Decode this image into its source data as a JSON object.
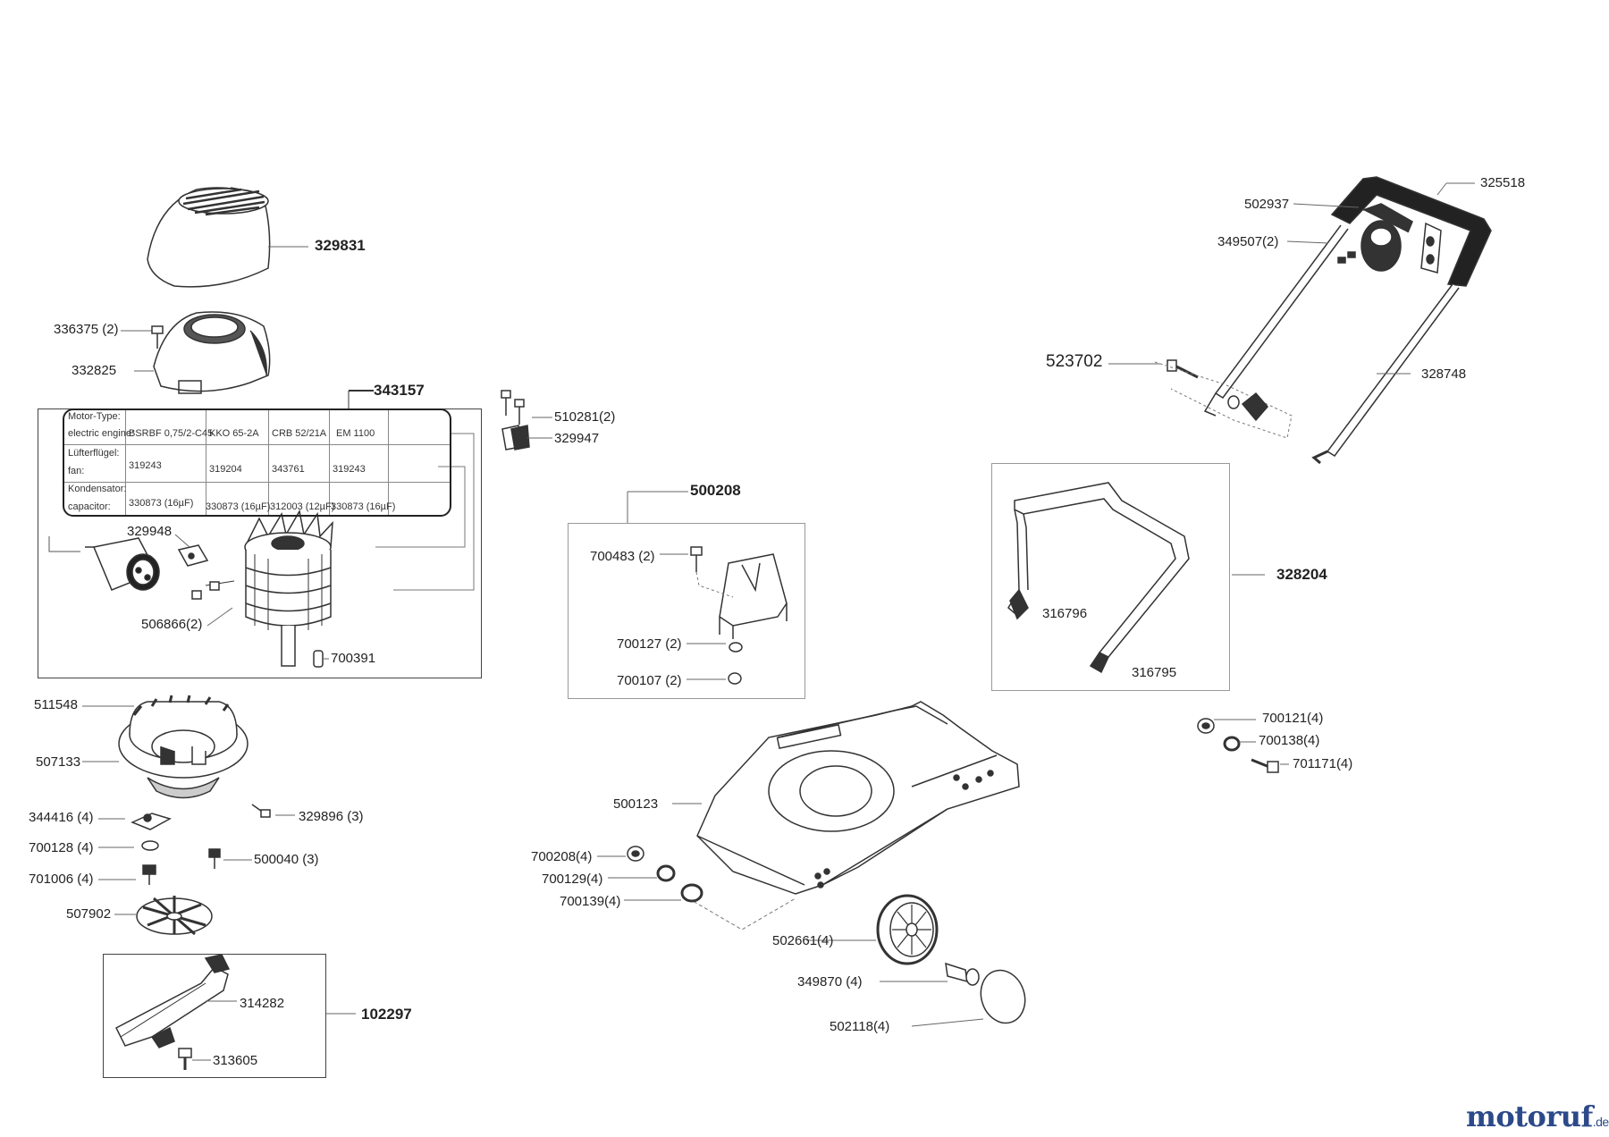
{
  "parts": {
    "p329831": "329831",
    "p336375": "336375 (2)",
    "p332825": "332825",
    "p343157": "343157",
    "p510281": "510281(2)",
    "p329947": "329947",
    "p329948": "329948",
    "p506866": "506866(2)",
    "p700391": "700391",
    "p511548": "511548",
    "p507133": "507133",
    "p344416": "344416 (4)",
    "p329896": "329896 (3)",
    "p700128": "700128 (4)",
    "p500040": "500040 (3)",
    "p701006": "701006 (4)",
    "p507902": "507902",
    "p314282": "314282",
    "p102297": "102297",
    "p313605": "313605",
    "p500208": "500208",
    "p700483": "700483 (2)",
    "p700127": "700127 (2)",
    "p700107": "700107 (2)",
    "p500123": "500123",
    "p700208": "700208(4)",
    "p700129": "700129(4)",
    "p700139": "700139(4)",
    "p502661": "502661(4)",
    "p349870": "349870 (4)",
    "p502118": "502118(4)",
    "p325518": "325518",
    "p502937": "502937",
    "p349507": "349507(2)",
    "p523702": "523702",
    "p328748": "328748",
    "p328204": "328204",
    "p316796": "316796",
    "p316795": "316795",
    "p700121": "700121(4)",
    "p700138": "700138(4)",
    "p701171": "701171(4)"
  },
  "spec_table": {
    "row1_label_a": "Motor-Type:",
    "row1_label_b": "electric engine:",
    "row2_label_a": "Lüfterflügel:",
    "row2_label_b": "fan:",
    "row3_label_a": "Kondensator:",
    "row3_label_b": "capacitor:",
    "engines": [
      "BSRBF 0,75/2-C45",
      "KKO 65-2A",
      "CRB 52/21A",
      "EM 1100"
    ],
    "fans": [
      "319243",
      "319204",
      "343761",
      "319243"
    ],
    "capacitors": [
      "330873 (16µF)",
      "330873 (16µF)",
      "312003 (12µF)",
      "330873 (16µF)"
    ]
  },
  "logo": {
    "name": "motoruf",
    "tld": ".de"
  }
}
